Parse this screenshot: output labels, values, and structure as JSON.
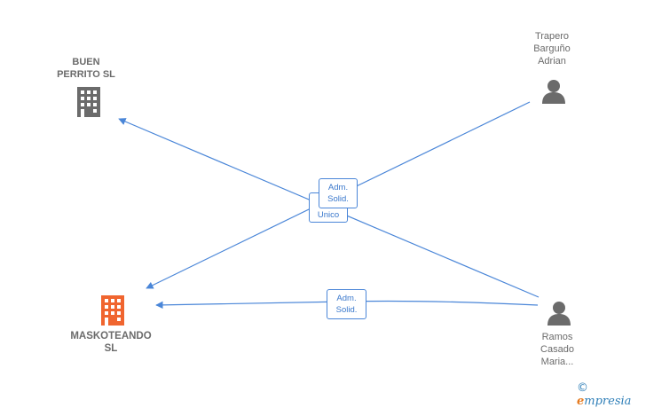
{
  "nodes": {
    "buen_perrito": {
      "label": "BUEN\nPERRITO  SL",
      "icon": "building-icon",
      "color": "#6b6b6b"
    },
    "maskoteando": {
      "label": "MASKOTEANDO\nSL",
      "icon": "building-icon",
      "color": "#f0652f"
    },
    "trapero": {
      "label": "Trapero\nBarguño\nAdrian",
      "icon": "person-icon",
      "color": "#6b6b6b"
    },
    "ramos": {
      "label": "Ramos\nCasado\nMaria...",
      "icon": "person-icon",
      "color": "#6b6b6b"
    }
  },
  "edges": [
    {
      "from": "trapero",
      "to": "maskoteando",
      "label": "Adm.\nSolid."
    },
    {
      "from": "ramos",
      "to": "buen_perrito",
      "label": "Unico"
    },
    {
      "from": "ramos",
      "to": "maskoteando",
      "label": "Adm.\nSolid."
    }
  ],
  "edge_color": "#4a86d8",
  "brand": {
    "copyright": "©",
    "initial": "e",
    "name": "mpresia"
  }
}
